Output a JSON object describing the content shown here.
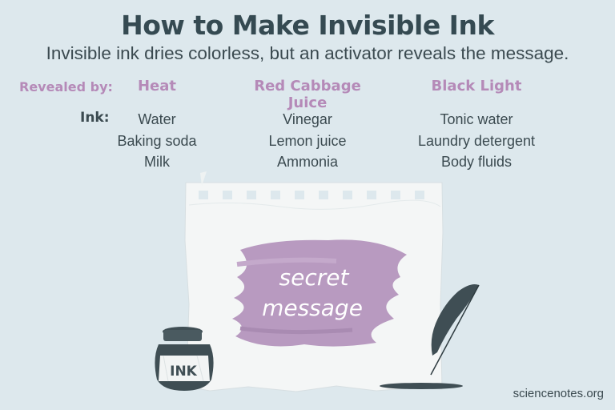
{
  "title": "How to Make Invisible Ink",
  "subtitle": "Invisible ink dries colorless, but an activator reveals the message.",
  "revealed_label": "Revealed by:",
  "ink_label": "Ink:",
  "columns": [
    {
      "heading": "Heat",
      "items": [
        "Water",
        "Baking soda",
        "Milk"
      ]
    },
    {
      "heading": "Red Cabbage Juice",
      "items": [
        "Vinegar",
        "Lemon juice",
        "Ammonia"
      ]
    },
    {
      "heading": "Black Light",
      "items": [
        "Tonic water",
        "Laundry detergent",
        "Body fluids"
      ]
    }
  ],
  "paper": {
    "text_line1": "secret",
    "text_line2": "message"
  },
  "jar_label": "INK",
  "credit": "sciencenotes.org",
  "colors": {
    "accent": "#b58ab8",
    "smear": "#b89ac0",
    "dark": "#354a52",
    "background": "#dde8ed"
  }
}
